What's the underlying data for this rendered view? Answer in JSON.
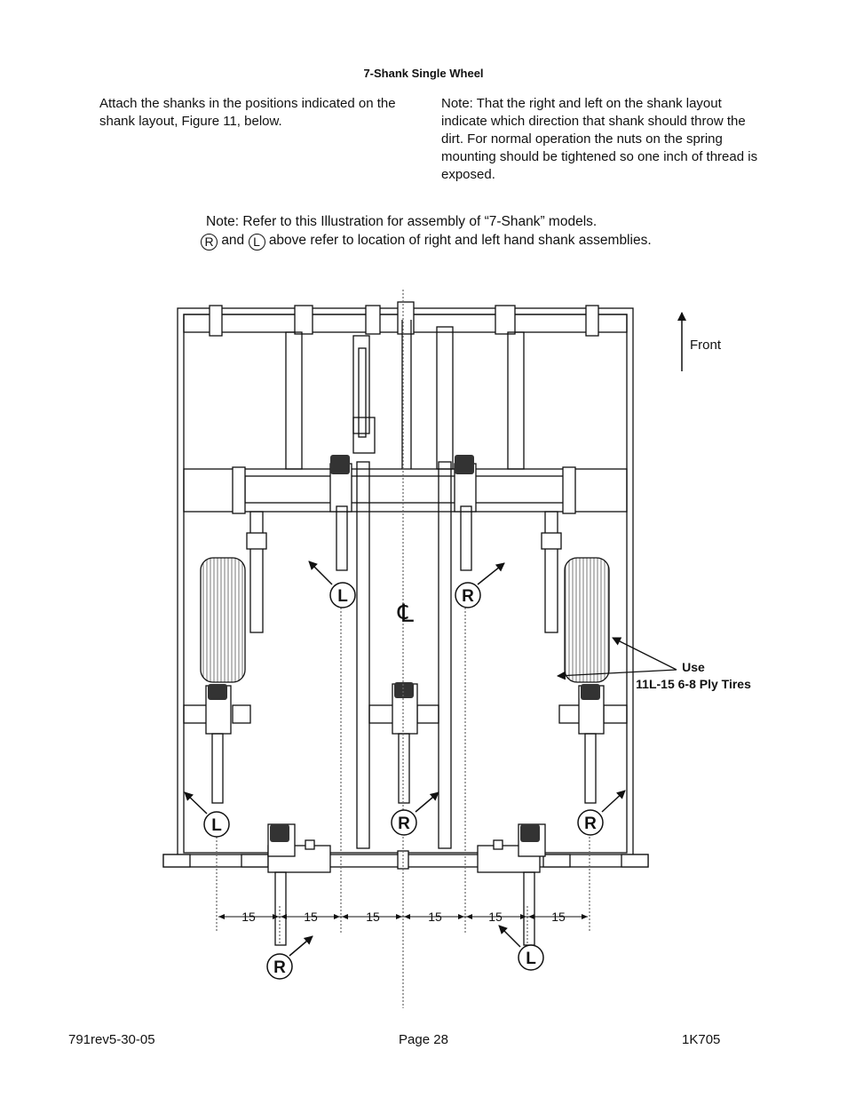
{
  "header": {
    "title": "7-Shank Single Wheel"
  },
  "intro": {
    "left": "Attach the shanks in the positions indicated on the shank layout, Figure 11, below.",
    "right": "Note: That the right and left on the shank layout indicate which direction that shank should throw the dirt.  For normal operation the nuts on the spring mounting should be tightened so one inch of thread is exposed."
  },
  "note": {
    "line1": "Note:  Refer to this Illustration for assembly of “7-Shank” models.",
    "r_symbol": "R",
    "and_text": "and",
    "l_symbol": "L",
    "line2": "above refer to location of right and left hand shank assemblies."
  },
  "diagram": {
    "front_label": "Front",
    "centerline_symbol": "℄",
    "tire_label_line1": "Use",
    "tire_label_line2": "11L-15 6-8 Ply Tires",
    "spacings": [
      "15",
      "15",
      "15",
      "15",
      "15",
      "15"
    ],
    "shank_markers": [
      "L",
      "R",
      "L",
      "R",
      "R",
      "R",
      "L"
    ]
  },
  "footer": {
    "left": "791rev5-30-05",
    "center": "Page 28",
    "right": "1K705"
  }
}
